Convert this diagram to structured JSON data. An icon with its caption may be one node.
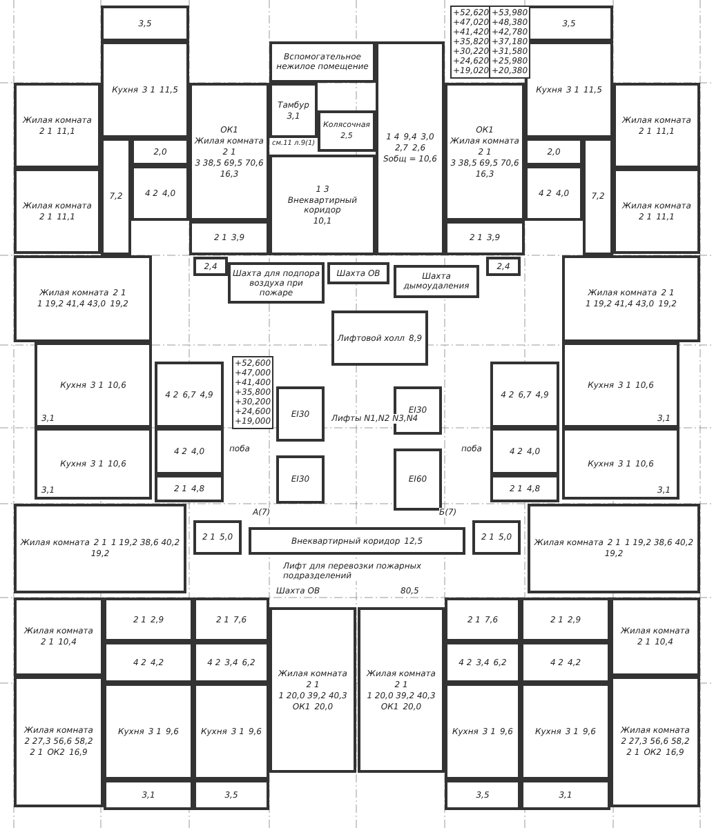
{
  "diagram": {
    "nodes": [
      {
        "text": [
          "3,5"
        ]
      },
      {
        "text": [
          "Кухня",
          "3 1",
          "11,5"
        ]
      },
      {
        "text": [
          "Жилая комната",
          "2 1",
          "11,1"
        ]
      },
      {
        "text": [
          "Жилая комната",
          "2 1",
          "11,1"
        ]
      },
      {
        "text": [
          "2,0"
        ]
      },
      {
        "text": [
          "4 2",
          "4,0"
        ]
      },
      {
        "text": [
          "7,2"
        ]
      },
      {
        "text": [
          "ОК1",
          "Жилая комната",
          "2 1",
          "3 38,5 69,5 70,6",
          "16,3"
        ]
      },
      {
        "text": [
          "2 1",
          "3,9"
        ]
      },
      {
        "text": [
          "Вспомогательное нежилое помещение"
        ]
      },
      {
        "text": [
          "Тамбур",
          "3,1"
        ]
      },
      {
        "text": [
          "Колясочная",
          "2,5"
        ]
      },
      {
        "text": [
          "1 3",
          "Внеквартирный коридор",
          "10,1"
        ]
      },
      {
        "text": [
          "1 4",
          "9,4",
          "3,0",
          "2,7",
          "2,6",
          "Sобщ = 10,6"
        ]
      },
      {
        "text": [
          "3,5"
        ]
      },
      {
        "text": [
          "Кухня",
          "3 1",
          "11,5"
        ]
      },
      {
        "text": [
          "Жилая комната",
          "2 1",
          "11,1"
        ]
      },
      {
        "text": [
          "Жилая комната",
          "2 1",
          "11,1"
        ]
      },
      {
        "text": [
          "2,0"
        ]
      },
      {
        "text": [
          "4 2",
          "4,0"
        ]
      },
      {
        "text": [
          "7,2"
        ]
      },
      {
        "text": [
          "ОК1",
          "Жилая комната",
          "2 1",
          "3 38,5 69,5 70,6",
          "16,3"
        ]
      },
      {
        "text": [
          "2 1",
          "3,9"
        ]
      },
      {
        "text": [
          "Жилая комната",
          "2 1",
          "1 19,2 41,4 43,0",
          "19,2"
        ]
      },
      {
        "text": [
          "2,4"
        ]
      },
      {
        "text": [
          "Кухня",
          "3 1",
          "10,6"
        ]
      },
      {
        "text": [
          "4 2",
          "6,7",
          "4,9"
        ]
      },
      {
        "text": [
          "Кухня",
          "3 1",
          "10,6"
        ]
      },
      {
        "text": [
          "4 2",
          "4,0"
        ]
      },
      {
        "text": [
          "2 1",
          "4,8"
        ]
      },
      {
        "text": [
          "Жилая комната",
          "2 1",
          "1 19,2 38,6 40,2",
          "19,2"
        ]
      },
      {
        "text": [
          "2 1",
          "5,0"
        ]
      },
      {
        "text": [
          "Шахта для подпора воздуха при пожаре"
        ]
      },
      {
        "text": [
          "Шахта ОВ"
        ]
      },
      {
        "text": [
          "Шахта дымоудаления"
        ]
      },
      {
        "text": [
          "Лифтовой холл",
          "8,9"
        ]
      },
      {
        "text": [
          "EI30"
        ]
      },
      {
        "text": [
          "EI30"
        ]
      },
      {
        "text": [
          "EI30"
        ]
      },
      {
        "text": [
          "EI60"
        ]
      },
      {
        "text": [
          "Внеквартирный коридор",
          "12,5"
        ]
      },
      {
        "text": [
          "Жилая комната",
          "2 1",
          "1 19,2 41,4 43,0",
          "19,2"
        ]
      },
      {
        "text": [
          "2,4"
        ]
      },
      {
        "text": [
          "Кухня",
          "3 1",
          "10,6"
        ]
      },
      {
        "text": [
          "4 2",
          "6,7",
          "4,9"
        ]
      },
      {
        "text": [
          "Кухня",
          "3 1",
          "10,6"
        ]
      },
      {
        "text": [
          "4 2",
          "4,0"
        ]
      },
      {
        "text": [
          "2 1",
          "4,8"
        ]
      },
      {
        "text": [
          "Жилая комната",
          "2 1",
          "1 19,2 38,6 40,2",
          "19,2"
        ]
      },
      {
        "text": [
          "2 1",
          "5,0"
        ]
      },
      {
        "text": [
          "Жилая комната",
          "2 1",
          "10,4"
        ]
      },
      {
        "text": [
          "Жилая комната",
          "2 27,3 56,6 58,2",
          "2 1",
          "ОК2",
          "16,9"
        ]
      },
      {
        "text": [
          "2 1",
          "2,9"
        ]
      },
      {
        "text": [
          "4 2",
          "4,2"
        ]
      },
      {
        "text": [
          "Кухня",
          "3 1",
          "9,6"
        ]
      },
      {
        "text": [
          "3,1"
        ]
      },
      {
        "text": [
          "2 1",
          "7,6"
        ]
      },
      {
        "text": [
          "4 2",
          "3,4",
          "6,2"
        ]
      },
      {
        "text": [
          "Кухня",
          "3 1",
          "9,6"
        ]
      },
      {
        "text": [
          "3,5"
        ]
      },
      {
        "text": [
          "Жилая комната",
          "2 1",
          "1 20,0 39,2 40,3",
          "ОК1",
          "20,0"
        ]
      },
      {
        "text": [
          "Жилая комната",
          "2 1",
          "10,4"
        ]
      },
      {
        "text": [
          "Жилая комната",
          "2 27,3 56,6 58,2",
          "2 1",
          "ОК2",
          "16,9"
        ]
      },
      {
        "text": [
          "2 1",
          "2,9"
        ]
      },
      {
        "text": [
          "4 2",
          "4,2"
        ]
      },
      {
        "text": [
          "Кухня",
          "3 1",
          "9,6"
        ]
      },
      {
        "text": [
          "3,1"
        ]
      },
      {
        "text": [
          "2 1",
          "7,6"
        ]
      },
      {
        "text": [
          "4 2",
          "3,4",
          "6,2"
        ]
      },
      {
        "text": [
          "Кухня",
          "3 1",
          "9,6"
        ]
      },
      {
        "text": [
          "3,5"
        ]
      },
      {
        "text": [
          "Жилая комната",
          "2 1",
          "1 20,0 39,2 40,3",
          "ОК1",
          "20,0"
        ]
      }
    ],
    "labels": [
      "+52,620 +47,020 +41,420 +35,820 +30,220 +24,620 +19,020",
      "+53,980 +48,380 +42,780 +37,180 +31,580 +25,980 +20,380",
      "+52,600 +47,000 +41,400 +35,800 +30,200 +24,600 +19,000",
      "Лифты N1,N2 N3,N4",
      "А(7)",
      "Б(7)",
      "Лифт для перевозки пожарных подразделений",
      "Шахта ОВ",
      "80,5",
      "поба",
      "поба",
      "3,1",
      "3,1",
      "3,1",
      "3,1",
      "см.11 л.9(1)"
    ]
  }
}
